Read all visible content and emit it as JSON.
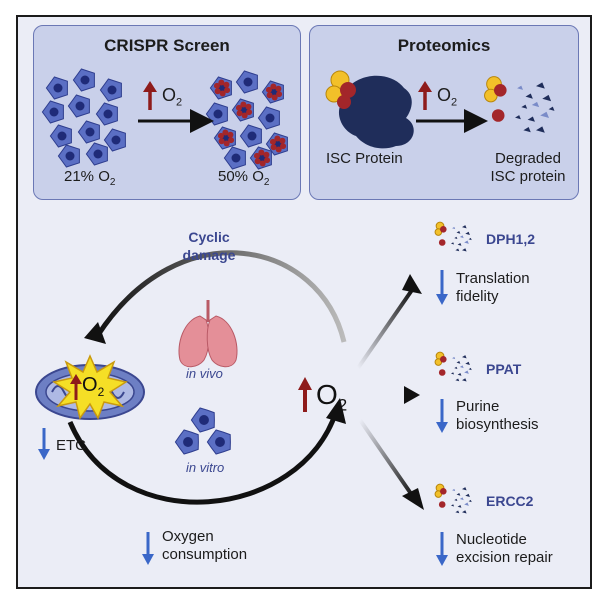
{
  "crispr": {
    "title": "CRISPR Screen",
    "o2_label": "O",
    "o2_sub": "2",
    "left_label": "21% O",
    "left_sub": "2",
    "right_label": "50% O",
    "right_sub": "2"
  },
  "proteomics": {
    "title": "Proteomics",
    "o2_label": "O",
    "o2_sub": "2",
    "left_label": "ISC Protein",
    "right_label_line1": "Degraded",
    "right_label_line2": "ISC protein"
  },
  "cycle": {
    "damage_line1": "Cyclic",
    "damage_line2": "damage",
    "in_vivo": "in vivo",
    "in_vitro": "in vitro",
    "mito_o2": "O",
    "mito_sub": "2",
    "etc": "ETC",
    "oxygen_line1": "Oxygen",
    "oxygen_line2": "consumption",
    "center_o2": "O",
    "center_sub": "2"
  },
  "targets": [
    {
      "name": "DPH1,2",
      "line1": "Translation",
      "line2": "fidelity"
    },
    {
      "name": "PPAT",
      "line1": "Purine",
      "line2": "biosynthesis"
    },
    {
      "name": "ERCC2",
      "line1": "Nucleotide",
      "line2": "excision repair"
    }
  ],
  "colors": {
    "box_fill": "#c9d0ea",
    "box_border": "#6b78b5",
    "panel_fill": "#ebedf6",
    "cell_blue": "#4b5fb8",
    "cell_dark": "#1f2b78",
    "damage_red": "#a3262a",
    "protein_navy": "#1f2d5a",
    "iron_yellow": "#f2c029",
    "label_blue": "#3b4790",
    "down_arrow": "#3a67c8",
    "up_arrow": "#8e1b1b"
  }
}
